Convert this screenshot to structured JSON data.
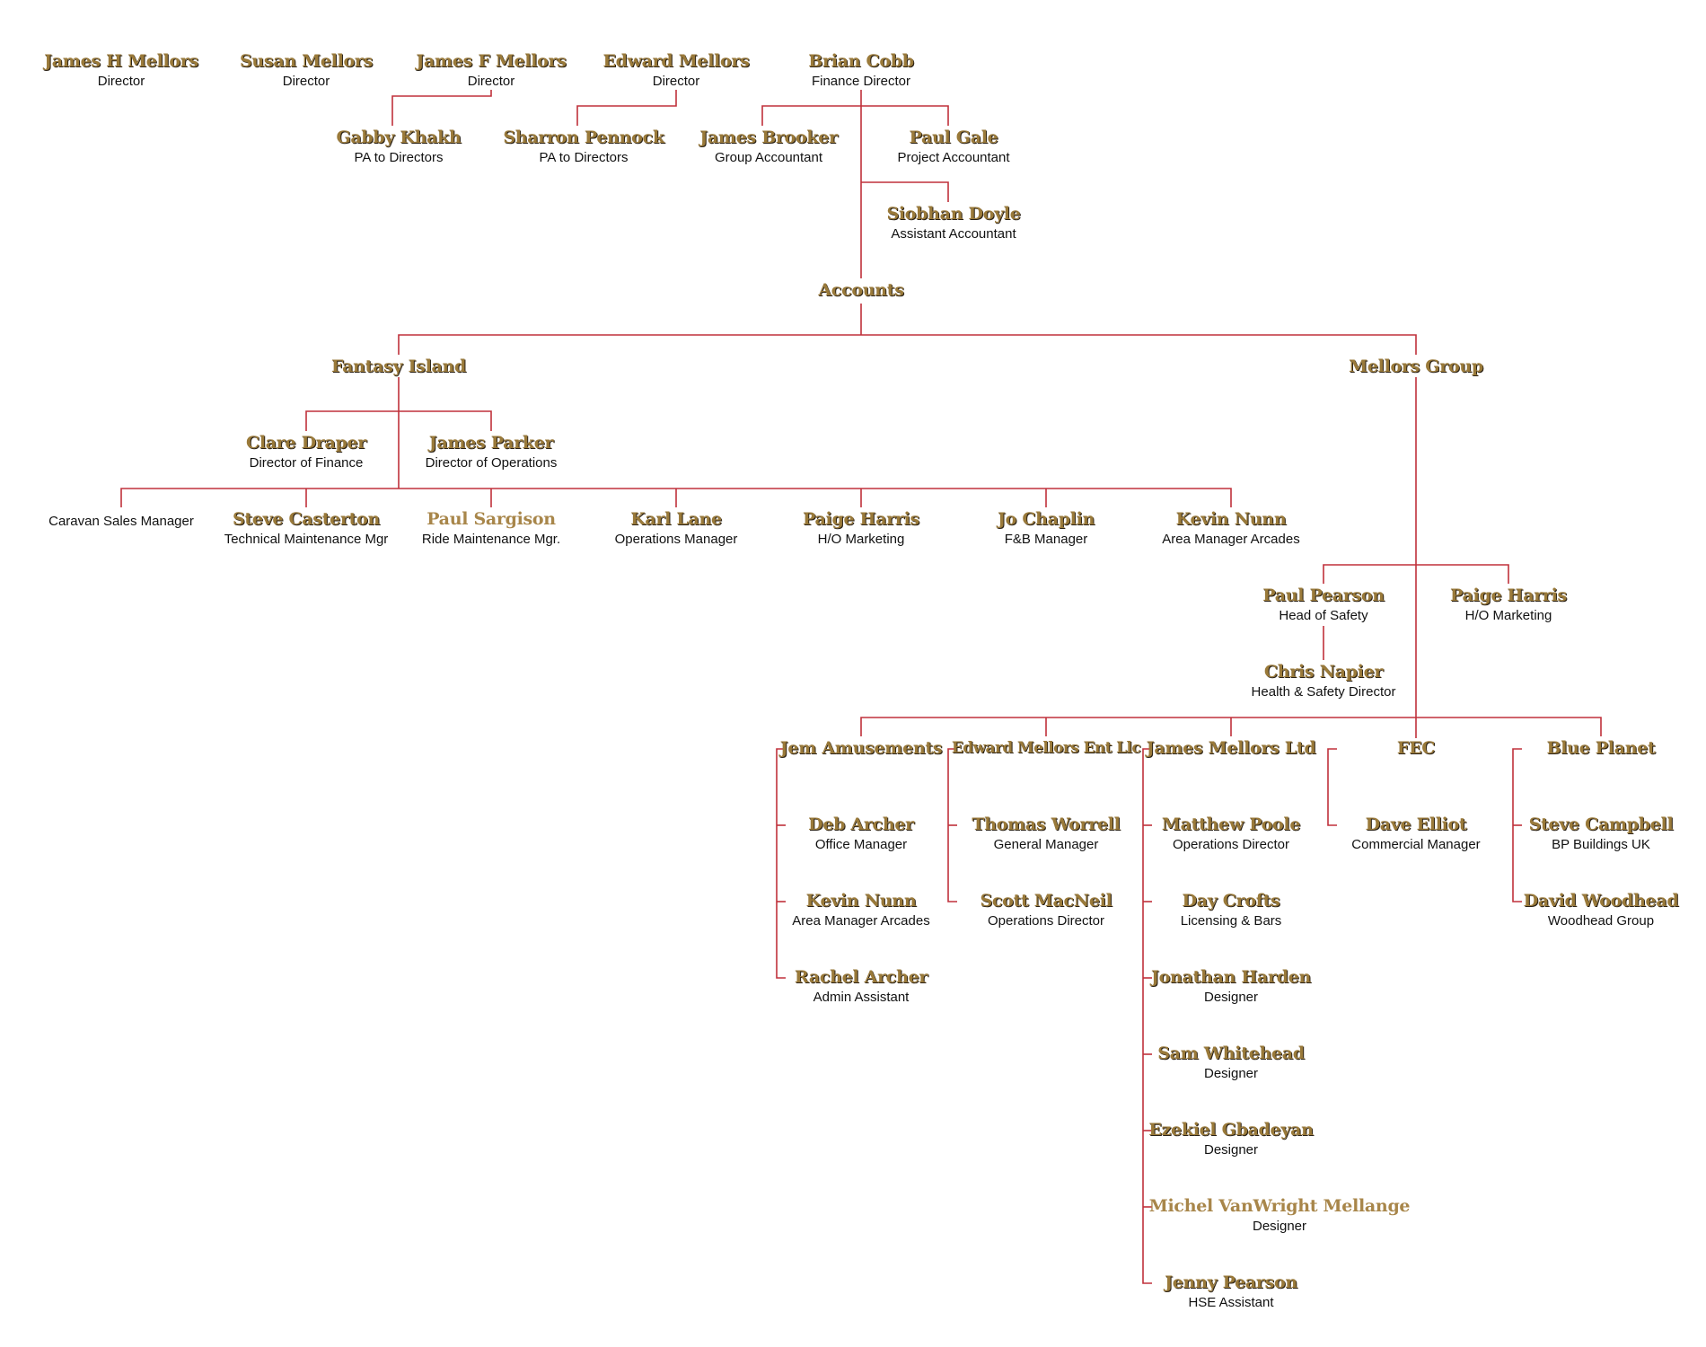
{
  "colors": {
    "line": "#c0313b",
    "name": "#9a7a3a",
    "title": "#111111"
  },
  "nodes": {
    "james_h_mellors": {
      "name": "James H Mellors",
      "title": "Director"
    },
    "susan_mellors": {
      "name": "Susan Mellors",
      "title": "Director"
    },
    "james_f_mellors": {
      "name": "James F Mellors",
      "title": "Director"
    },
    "edward_mellors": {
      "name": "Edward Mellors",
      "title": "Director"
    },
    "brian_cobb": {
      "name": "Brian Cobb",
      "title": "Finance Director"
    },
    "gabby_khakh": {
      "name": "Gabby Khakh",
      "title": "PA to Directors"
    },
    "sharron_pennock": {
      "name": "Sharron Pennock",
      "title": "PA to Directors"
    },
    "james_brooker": {
      "name": "James Brooker",
      "title": "Group Accountant"
    },
    "paul_gale": {
      "name": "Paul Gale",
      "title": "Project Accountant"
    },
    "siobhan_doyle": {
      "name": "Siobhan Doyle",
      "title": "Assistant Accountant"
    },
    "accounts": {
      "name": "Accounts"
    },
    "fantasy_island": {
      "name": "Fantasy Island"
    },
    "mellors_group": {
      "name": "Mellors Group"
    },
    "clare_draper": {
      "name": "Clare Draper",
      "title": "Director of Finance"
    },
    "james_parker": {
      "name": "James Parker",
      "title": "Director of Operations"
    },
    "caravan_sales": {
      "title": "Caravan Sales Manager"
    },
    "steve_casterton": {
      "name": "Steve Casterton",
      "title": "Technical Maintenance Mgr"
    },
    "paul_sargison": {
      "name": "Paul Sargison",
      "title": "Ride Maintenance Mgr."
    },
    "karl_lane": {
      "name": "Karl Lane",
      "title": "Operations Manager"
    },
    "paige_harris_fi": {
      "name": "Paige Harris",
      "title": "H/O Marketing"
    },
    "jo_chaplin": {
      "name": "Jo Chaplin",
      "title": "F&B Manager"
    },
    "kevin_nunn_fi": {
      "name": "Kevin Nunn",
      "title": "Area Manager Arcades"
    },
    "paul_pearson": {
      "name": "Paul Pearson",
      "title": "Head of Safety"
    },
    "paige_harris_mg": {
      "name": "Paige Harris",
      "title": "H/O Marketing"
    },
    "chris_napier": {
      "name": "Chris Napier",
      "title": "Health & Safety Director"
    },
    "jem_amusements": {
      "name": "Jem Amusements"
    },
    "edward_mellors_ent": {
      "name": "Edward Mellors Ent Llc"
    },
    "james_mellors_ltd": {
      "name": "James Mellors Ltd"
    },
    "fec": {
      "name": "FEC"
    },
    "blue_planet": {
      "name": "Blue Planet"
    },
    "deb_archer": {
      "name": "Deb Archer",
      "title": "Office Manager"
    },
    "kevin_nunn_jem": {
      "name": "Kevin Nunn",
      "title": "Area Manager Arcades"
    },
    "rachel_archer": {
      "name": "Rachel Archer",
      "title": "Admin Assistant"
    },
    "thomas_worrell": {
      "name": "Thomas Worrell",
      "title": "General Manager"
    },
    "scott_macneil": {
      "name": "Scott MacNeil",
      "title": "Operations Director"
    },
    "matthew_poole": {
      "name": "Matthew Poole",
      "title": "Operations Director"
    },
    "day_crofts": {
      "name": "Day Crofts",
      "title": "Licensing & Bars"
    },
    "jonathan_harden": {
      "name": "Jonathan Harden",
      "title": "Designer"
    },
    "sam_whitehead": {
      "name": "Sam Whitehead",
      "title": "Designer"
    },
    "ezekiel_gbadeyan": {
      "name": "Ezekiel Gbadeyan",
      "title": "Designer"
    },
    "michel_vanwright": {
      "name": "Michel VanWright Mellange",
      "title": "Designer"
    },
    "jenny_pearson": {
      "name": "Jenny Pearson",
      "title": "HSE Assistant"
    },
    "dave_elliot": {
      "name": "Dave Elliot",
      "title": "Commercial Manager"
    },
    "steve_campbell": {
      "name": "Steve Campbell",
      "title": "BP Buildings UK"
    },
    "david_woodhead": {
      "name": "David Woodhead",
      "title": "Woodhead Group"
    }
  }
}
